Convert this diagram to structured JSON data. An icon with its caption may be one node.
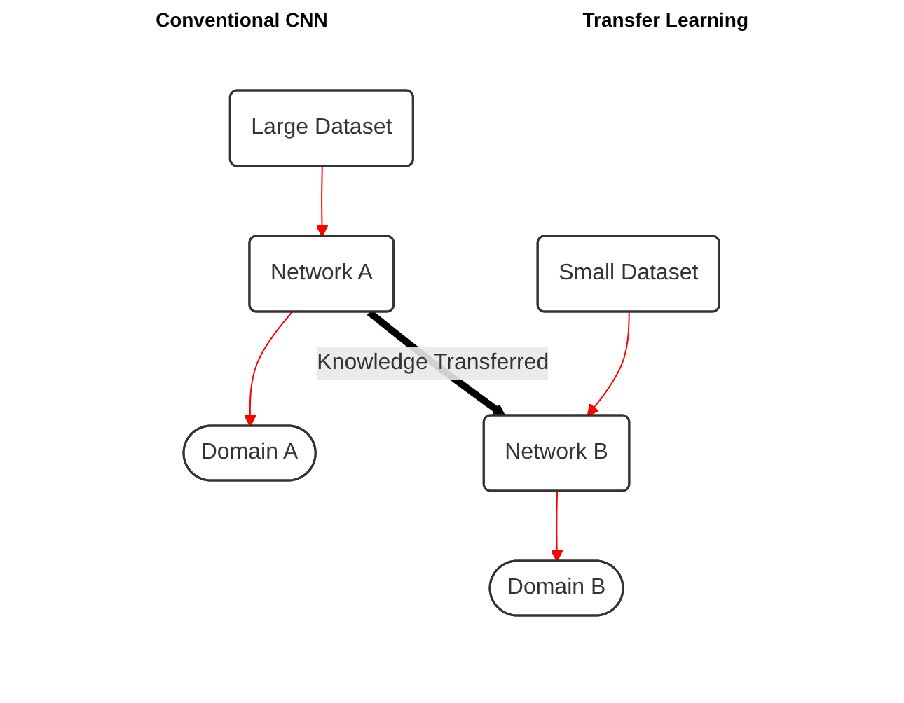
{
  "diagram": {
    "nodes": [
      {
        "text": [
          "Large Dataset"
        ]
      },
      {
        "text": [
          "Network A"
        ]
      },
      {
        "text": [
          "Domain A"
        ]
      },
      {
        "text": [
          "Small Dataset"
        ]
      },
      {
        "text": [
          "Network B"
        ]
      },
      {
        "text": [
          "Domain B"
        ]
      }
    ],
    "edges": [
      {
        "from": 0,
        "to": 1,
        "arrow": "to",
        "color": "#ff0000"
      },
      {
        "from": 1,
        "to": 2,
        "arrow": "to",
        "color": "#ff0000"
      },
      {
        "from": 3,
        "to": 4,
        "arrow": "to",
        "color": "#ff0000"
      },
      {
        "from": 4,
        "to": 5,
        "arrow": "to",
        "color": "#ff0000"
      },
      {
        "from": 1,
        "to": 4,
        "label": "Knowledge Transferred",
        "arrow": "to",
        "style": "thick",
        "color": "#000000"
      }
    ],
    "labels": [
      "Conventional CNN",
      "Transfer Learning"
    ]
  }
}
